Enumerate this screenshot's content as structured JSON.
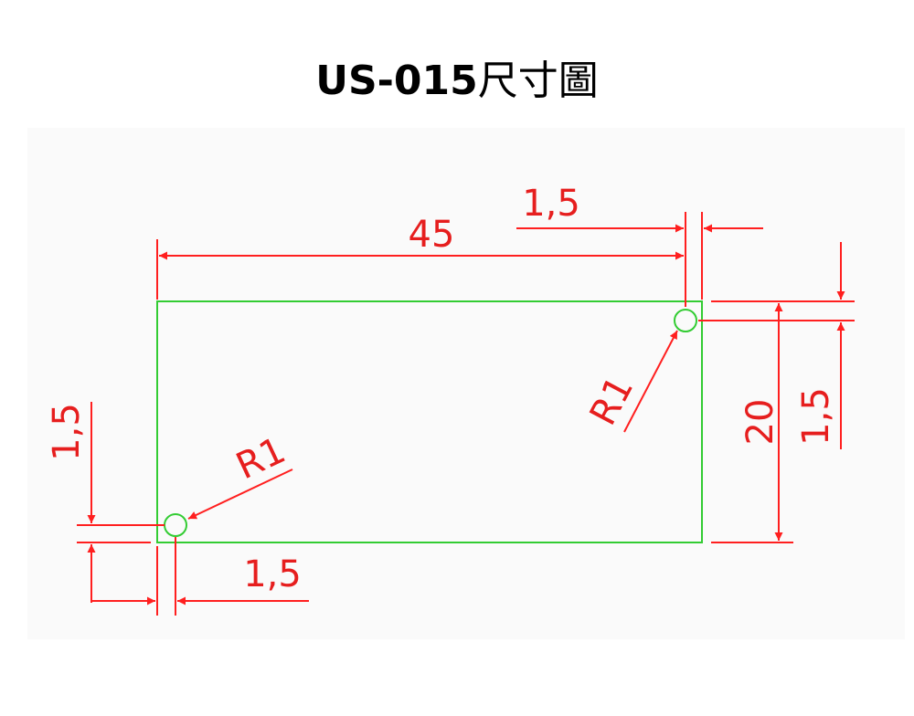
{
  "title": {
    "code": "US-015",
    "text": "尺寸圖"
  },
  "dimensions": {
    "width": "45",
    "height": "20",
    "hole_offset_top_x": "1,5",
    "hole_offset_top_y": "1,5",
    "hole_offset_bottom_x": "1,5",
    "hole_offset_bottom_y": "1,5",
    "radius_top": "R1",
    "radius_bottom": "R1"
  },
  "colors": {
    "dimension": "#ff1f1f",
    "outline": "#33cc33"
  }
}
